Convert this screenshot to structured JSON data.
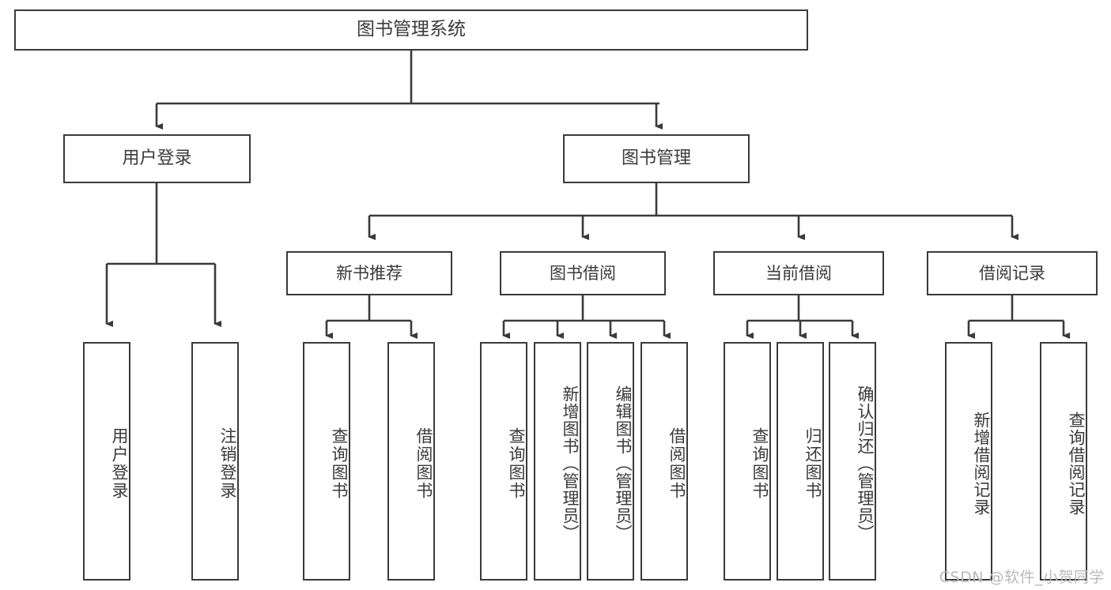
{
  "diagram": {
    "title": "图书管理系统",
    "type": "functional-structure-tree",
    "root": {
      "label": "图书管理系统"
    },
    "level2": [
      {
        "id": "user-login",
        "label": "用户登录"
      },
      {
        "id": "book-manage",
        "label": "图书管理"
      }
    ],
    "level3": [
      {
        "id": "new-book-recommend",
        "label": "新书推荐"
      },
      {
        "id": "book-borrow",
        "label": "图书借阅"
      },
      {
        "id": "current-borrow",
        "label": "当前借阅"
      },
      {
        "id": "borrow-record",
        "label": "借阅记录"
      }
    ],
    "leaves": {
      "user_login": [
        {
          "id": "leaf-user-login",
          "label": "用户登录"
        },
        {
          "id": "leaf-user-logout",
          "label": "注销登录"
        }
      ],
      "new_book_recommend": [
        {
          "id": "leaf-query-book-1",
          "label": "查询图书"
        },
        {
          "id": "leaf-borrow-book-1",
          "label": "借阅图书"
        }
      ],
      "book_borrow": [
        {
          "id": "leaf-query-book-2",
          "label": "查询图书"
        },
        {
          "id": "leaf-add-book",
          "label": "新增图书（管理员）"
        },
        {
          "id": "leaf-edit-book",
          "label": "编辑图书（管理员）"
        },
        {
          "id": "leaf-borrow-book-2",
          "label": "借阅图书"
        }
      ],
      "current_borrow": [
        {
          "id": "leaf-query-book-3",
          "label": "查询图书"
        },
        {
          "id": "leaf-return-book",
          "label": "归还图书"
        },
        {
          "id": "leaf-confirm-return",
          "label": "确认归还（管理员）"
        }
      ],
      "borrow_record": [
        {
          "id": "leaf-add-record",
          "label": "新增借阅记录"
        },
        {
          "id": "leaf-query-record",
          "label": "查询借阅记录"
        }
      ]
    }
  },
  "watermark": {
    "text": "CSDN @软件_小贺同学"
  },
  "colors": {
    "border": "#3a3a3a",
    "text": "#3a3a3a",
    "background": "#ffffff",
    "watermark": "#b9b9b9"
  }
}
